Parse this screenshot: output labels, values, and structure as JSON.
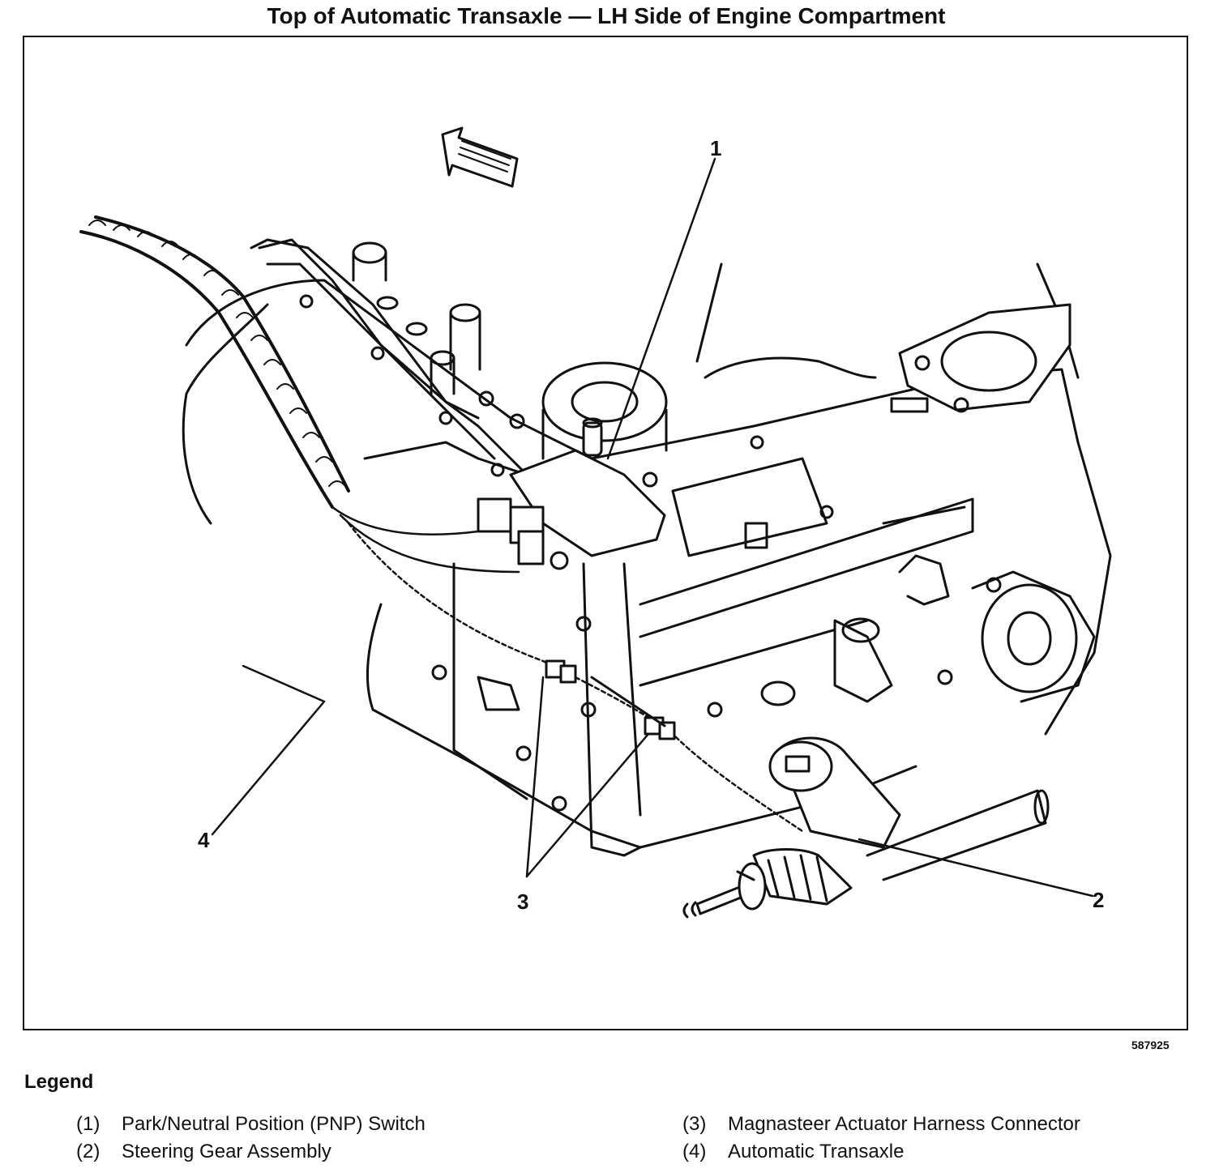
{
  "title": "Top of Automatic Transaxle — LH Side of Engine Compartment",
  "figure_id": "587925",
  "callouts": [
    "1",
    "2",
    "3",
    "4"
  ],
  "legend": {
    "heading": "Legend",
    "items": [
      {
        "num": "(1)",
        "label": "Park/Neutral Position (PNP) Switch"
      },
      {
        "num": "(2)",
        "label": "Steering Gear Assembly"
      },
      {
        "num": "(3)",
        "label": "Magnasteer Actuator Harness Connector"
      },
      {
        "num": "(4)",
        "label": "Automatic Transaxle"
      }
    ]
  }
}
